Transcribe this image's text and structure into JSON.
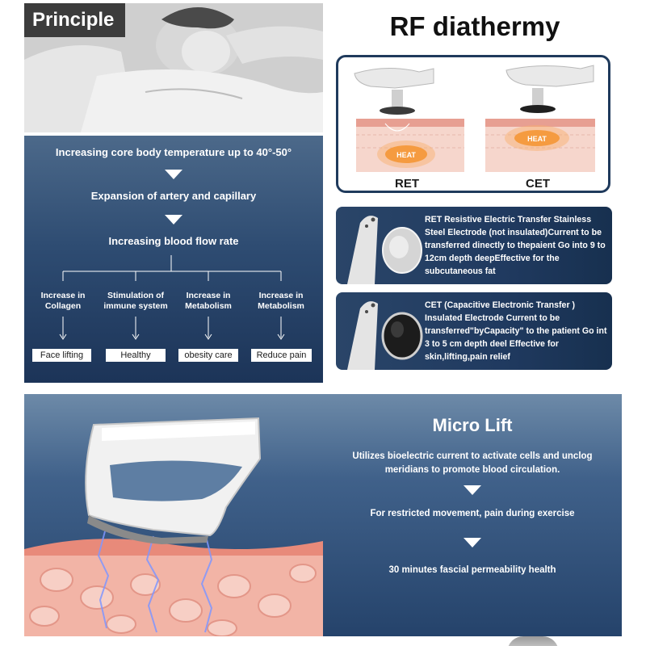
{
  "principle": {
    "tag": "Principle",
    "steps": [
      "Increasing core body temperature up to 40°-50°",
      "Expansion of artery and capillary",
      "Increasing blood flow rate"
    ],
    "columns": [
      {
        "label": "Increase in Collagen",
        "result": "Face lifting"
      },
      {
        "label": "Stimulation of immune system",
        "result": "Healthy"
      },
      {
        "label": "Increase in Metabolism",
        "result": "obesity care"
      },
      {
        "label": "Increase in Metabolism",
        "result": "Reduce pain"
      }
    ]
  },
  "rf": {
    "title": "RF diathermy",
    "heat_label": "HEAT",
    "ret_label": "RET",
    "cet_label": "CET",
    "ret_card": "RET Resistive Electric Transfer Stainless Steel Electrode (not insulated)Current to be transferred dinectly to thepaient Go into 9 to 12cm depth deepEffective for the subcutaneous fat",
    "cet_card": "CET (Capacitive Electronic Transfer ) Insulated Electrode Current to be transferred\"byCapacity\" to the patient Go int 3 to 5 cm depth deel Effective for skin,lifting,pain relief"
  },
  "micro": {
    "title": "Micro Lift",
    "lines": [
      "Utilizes         bioelectric current to activate cells and unclog meridians to promote blood circulation.",
      "For restricted movement, pain during exercise",
      "30 minutes fascial permeability health"
    ]
  },
  "colors": {
    "panel_blue": "#2e4c72",
    "card_blue": "#203a60",
    "heat_orange": "#f28a1e",
    "skin_pink": "#f2b4a6"
  }
}
